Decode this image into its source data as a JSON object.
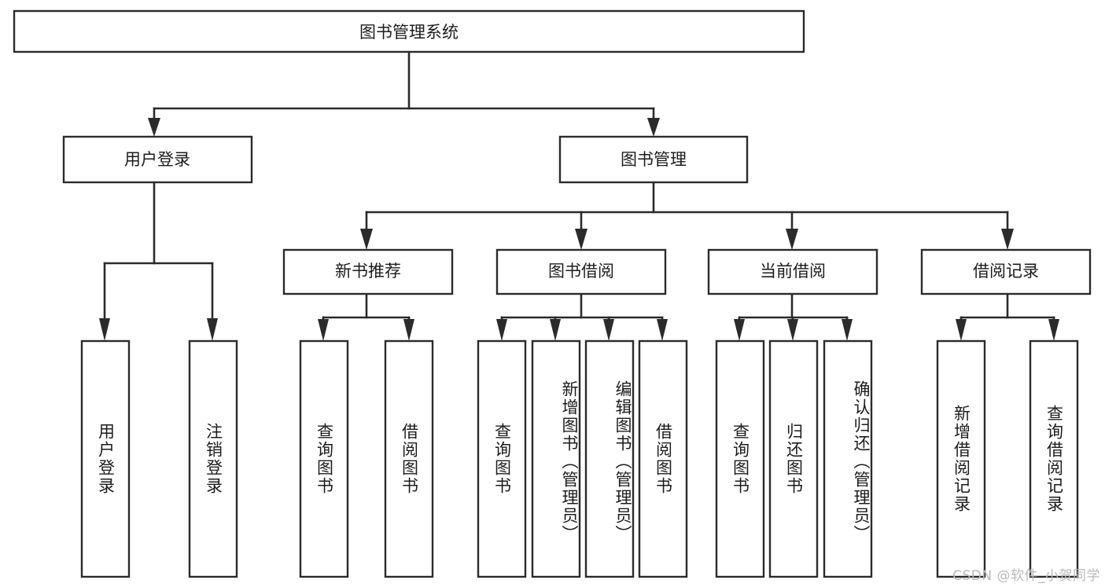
{
  "diagram": {
    "type": "tree-hierarchy",
    "title": "图书管理系统",
    "watermark": "CSDN @软件_小贺同学",
    "colors": {
      "background": "#ffffff",
      "box_stroke": "#2b2b2b",
      "box_fill": "#ffffff",
      "connector": "#2b2b2b",
      "text": "#1c1c1c",
      "watermark": "#b9b9b9"
    },
    "levels": [
      {
        "level": 0,
        "nodes": [
          {
            "id": "root",
            "label": "图书管理系统",
            "orientation": "horizontal"
          }
        ]
      },
      {
        "level": 1,
        "nodes": [
          {
            "id": "login",
            "label": "用户登录",
            "orientation": "horizontal",
            "parent": "root"
          },
          {
            "id": "bookmgmt",
            "label": "图书管理",
            "orientation": "horizontal",
            "parent": "root"
          }
        ]
      },
      {
        "level": 2,
        "nodes": [
          {
            "id": "newbook",
            "label": "新书推荐",
            "orientation": "horizontal",
            "parent": "bookmgmt"
          },
          {
            "id": "borrow",
            "label": "图书借阅",
            "orientation": "horizontal",
            "parent": "bookmgmt"
          },
          {
            "id": "current",
            "label": "当前借阅",
            "orientation": "horizontal",
            "parent": "bookmgmt"
          },
          {
            "id": "records",
            "label": "借阅记录",
            "orientation": "horizontal",
            "parent": "bookmgmt"
          }
        ]
      },
      {
        "level": 3,
        "nodes": [
          {
            "id": "leaf1",
            "label": "用户登录",
            "orientation": "vertical",
            "parent": "login"
          },
          {
            "id": "leaf2",
            "label": "注销登录",
            "orientation": "vertical",
            "parent": "login"
          },
          {
            "id": "leaf3",
            "label": "查询图书",
            "orientation": "vertical",
            "parent": "newbook"
          },
          {
            "id": "leaf4",
            "label": "借阅图书",
            "orientation": "vertical",
            "parent": "newbook"
          },
          {
            "id": "leaf5",
            "label": "查询图书",
            "orientation": "vertical",
            "parent": "borrow"
          },
          {
            "id": "leaf6",
            "label": "新增图书（管理员）",
            "orientation": "vertical",
            "parent": "borrow"
          },
          {
            "id": "leaf7",
            "label": "编辑图书（管理员）",
            "orientation": "vertical",
            "parent": "borrow"
          },
          {
            "id": "leaf8",
            "label": "借阅图书",
            "orientation": "vertical",
            "parent": "borrow"
          },
          {
            "id": "leaf9",
            "label": "查询图书",
            "orientation": "vertical",
            "parent": "current"
          },
          {
            "id": "leaf10",
            "label": "归还图书",
            "orientation": "vertical",
            "parent": "current"
          },
          {
            "id": "leaf11",
            "label": "确认归还（管理员）",
            "orientation": "vertical",
            "parent": "current"
          },
          {
            "id": "leaf12",
            "label": "新增借阅记录",
            "orientation": "vertical",
            "parent": "records"
          },
          {
            "id": "leaf13",
            "label": "查询借阅记录",
            "orientation": "vertical",
            "parent": "records"
          }
        ]
      }
    ]
  }
}
